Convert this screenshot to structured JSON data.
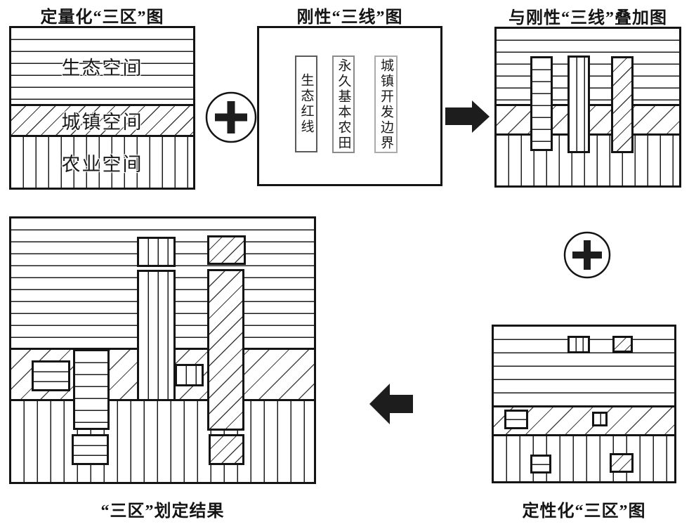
{
  "figure": {
    "background": "#ffffff",
    "line_color": "#1b1b1b",
    "border_color": "#141414"
  },
  "panels": {
    "quantified": {
      "title": "定量化“三区”图",
      "bands": [
        {
          "label": "生态空间",
          "pattern": "horizontal-lines"
        },
        {
          "label": "城镇空间",
          "pattern": "diagonal-hatch"
        },
        {
          "label": "农业空间",
          "pattern": "vertical-lines"
        }
      ]
    },
    "rigid_lines": {
      "title": "刚性“三线”图",
      "lines": [
        {
          "label": "生态红线",
          "border_color": "#5a5a5a"
        },
        {
          "label": "永久基本农田",
          "border_color": "#8a8a8a"
        },
        {
          "label": "城镇开发边界",
          "border_color": "#ababab"
        }
      ]
    },
    "overlay": {
      "title": "与刚性“三线”叠加图",
      "bars": [
        {
          "pattern": "horizontal-lines"
        },
        {
          "pattern": "vertical-lines"
        },
        {
          "pattern": "diagonal-hatch"
        }
      ]
    },
    "qualitative": {
      "title": "定性化“三区”图"
    },
    "result": {
      "title": "“三区”划定结果"
    }
  },
  "operators": {
    "plus_top_left": "+",
    "plus_right": "+",
    "arrow_top": "right",
    "arrow_bottom": "left"
  }
}
